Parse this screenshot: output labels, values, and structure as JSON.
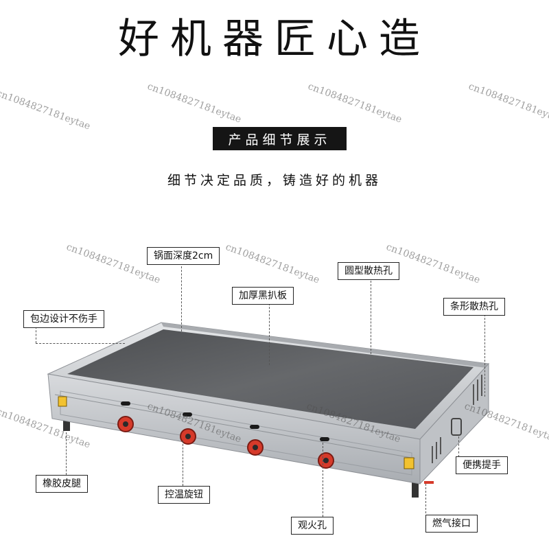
{
  "header": {
    "title": "好机器匠心造",
    "badge": "产品细节展示",
    "subtitle": "细节决定品质，铸造好的机器"
  },
  "watermark": "cn1084827181eytae",
  "labels": {
    "pan_depth": "锅面深度2cm",
    "round_vents": "圆型散热孔",
    "thick_plate": "加厚黑扒板",
    "strip_vents": "条形散热孔",
    "edge_safe": "包边设计不伤手",
    "rubber_legs": "橡胶皮腿",
    "temp_knob": "控温旋钮",
    "carry_handle": "便携提手",
    "fire_hole": "观火孔",
    "gas_inlet": "燃气接口"
  },
  "colors": {
    "steel": "#c9ccd0",
    "griddle": "#5a5c5f",
    "knob": "#d63a2a",
    "warning": "#f2c230"
  }
}
